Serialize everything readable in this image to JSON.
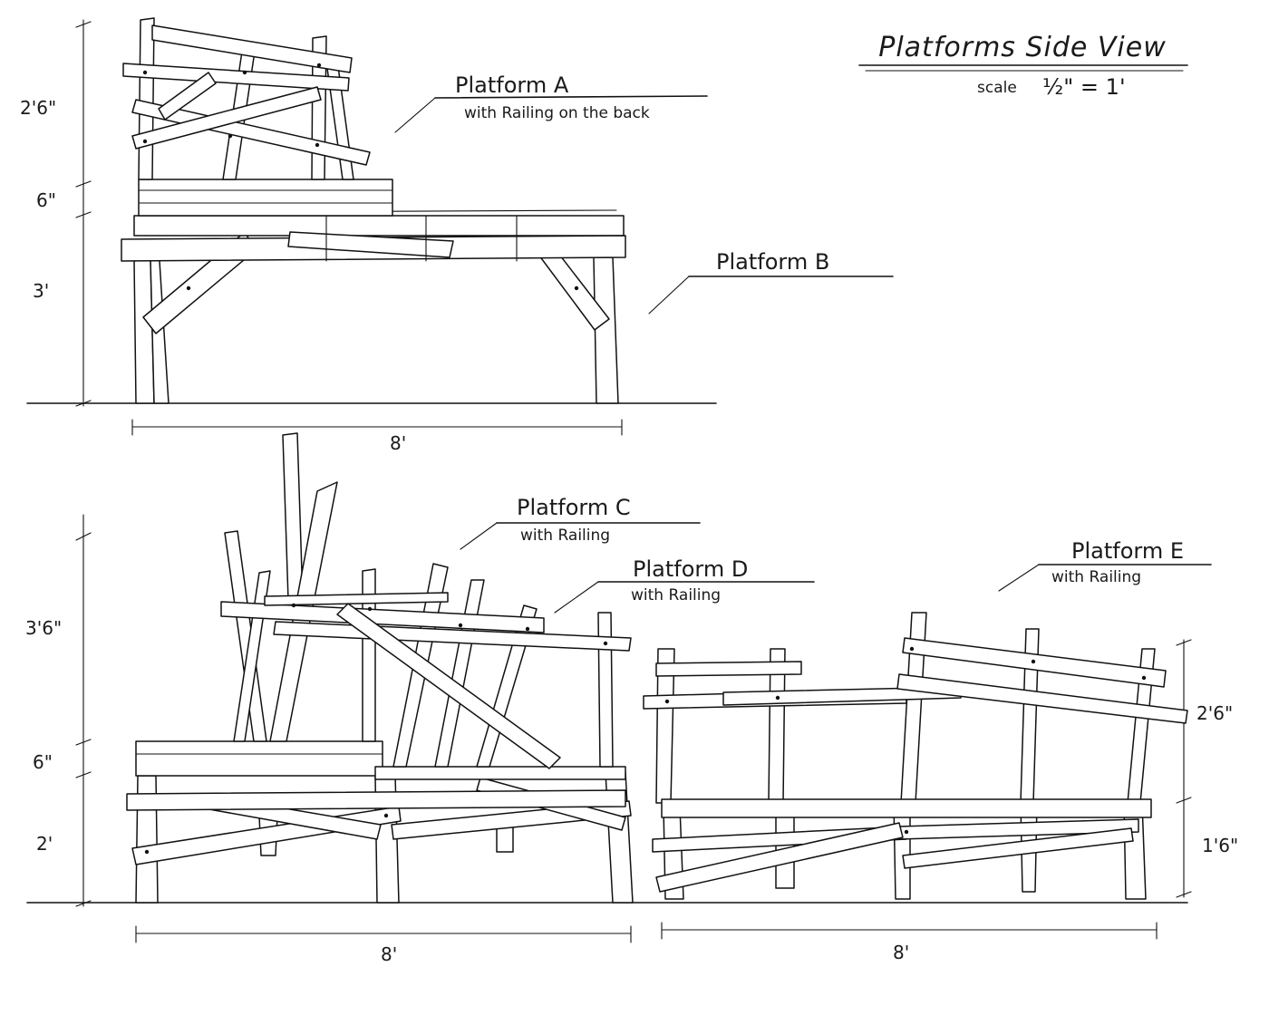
{
  "title": "Platforms  Side View",
  "scale": {
    "prefix": "scale",
    "value": "½\" = 1'"
  },
  "labels": {
    "platform_a": {
      "name": "Platform A",
      "note": "with Railing on the back"
    },
    "platform_b": {
      "name": "Platform B"
    },
    "platform_c": {
      "name": "Platform C",
      "note": "with Railing"
    },
    "platform_d": {
      "name": "Platform D",
      "note": "with Railing"
    },
    "platform_e": {
      "name": "Platform E",
      "note": "with Railing"
    }
  },
  "dimensions": {
    "top_railing": "2'6\"",
    "top_deck_a": "6\"",
    "top_legs": "3'",
    "top_width": "8'",
    "bottom_railing": "3'6\"",
    "bottom_deck_c": "6\"",
    "bottom_legs": "2'",
    "bottom_width_left": "8'",
    "right_railing": "2'6\"",
    "right_legs": "1'6\"",
    "bottom_width_right": "8'"
  }
}
